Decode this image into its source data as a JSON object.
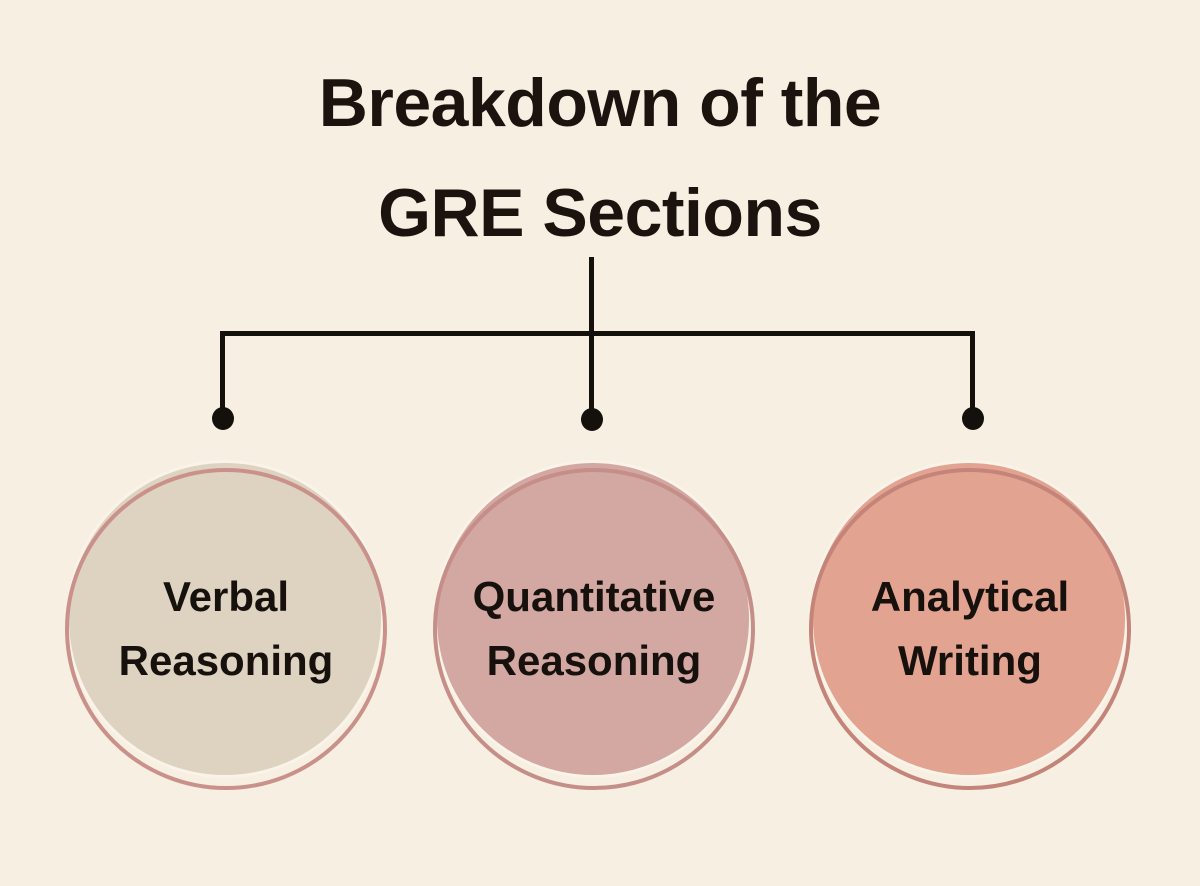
{
  "canvas": {
    "background": "#f6efe2"
  },
  "title": {
    "line1": "Breakdown of the",
    "line2": "GRE Sections",
    "color": "#1a130e"
  },
  "connector": {
    "color": "#14100c"
  },
  "nodes": [
    {
      "label": "Verbal\nReasoning",
      "fill_color": "#ded2c1",
      "ring_color": "#ca918a",
      "text_color": "#17110d"
    },
    {
      "label": "Quantitative\nReasoning",
      "fill_color": "#d3a7a2",
      "ring_color": "#c68e88",
      "text_color": "#17110d"
    },
    {
      "label": "Analytical\nWriting",
      "fill_color": "#e2a491",
      "ring_color": "#c4847a",
      "text_color": "#17110d"
    }
  ]
}
